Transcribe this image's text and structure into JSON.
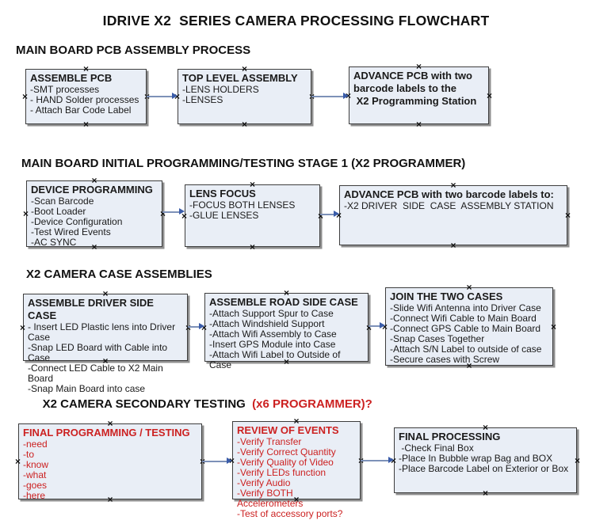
{
  "title": "IDRIVE X2  SERIES CAMERA PROCESSING FLOWCHART",
  "glyphs": {
    "handle": "×"
  },
  "colors": {
    "box_fill": "#e9eef6",
    "box_border": "#3d3d3d",
    "box_shadow": "#8f8f8f",
    "accent_red": "#cc2121",
    "arrow_line": "#7d91b8",
    "arrow_head": "#3a5ca9",
    "text": "#1a1a1a"
  },
  "sections": [
    {
      "heading": "MAIN BOARD PCB ASSEMBLY PROCESS",
      "boxes": [
        {
          "title": "ASSEMBLE PCB",
          "lines": [
            "-SMT processes",
            "- HAND Solder processes",
            "- Attach Bar Code Label"
          ]
        },
        {
          "title": "TOP LEVEL ASSEMBLY",
          "lines": [
            "-LENS HOLDERS",
            "-LENSES"
          ]
        },
        {
          "title": [
            "ADVANCE PCB with two",
            "barcode labels to the",
            " X2 Programming Station"
          ],
          "lines": []
        }
      ]
    },
    {
      "heading": "MAIN BOARD INITIAL PROGRAMMING/TESTING STAGE 1 (X2 PROGRAMMER)",
      "boxes": [
        {
          "title": "DEVICE PROGRAMMING",
          "lines": [
            "-Scan Barcode",
            "-Boot Loader",
            "-Device Configuration",
            "-Test Wired Events",
            "-AC SYNC"
          ]
        },
        {
          "title": "LENS FOCUS",
          "lines": [
            "-FOCUS BOTH LENSES",
            "-GLUE LENSES"
          ]
        },
        {
          "title": "ADVANCE PCB with two barcode labels to:",
          "lines": [
            "-X2 DRIVER  SIDE  CASE  ASSEMBLY STATION"
          ]
        }
      ]
    },
    {
      "heading": "X2 CAMERA CASE ASSEMBLIES",
      "boxes": [
        {
          "title": "ASSEMBLE DRIVER SIDE CASE",
          "lines": [
            "- Insert LED Plastic lens into Driver Case",
            "-Snap LED Board with Cable into Case",
            "-Connect LED Cable to X2 Main Board",
            "-Snap Main Board into case"
          ]
        },
        {
          "title": "ASSEMBLE ROAD SIDE CASE",
          "lines": [
            "-Attach Support Spur to Case",
            "-Attach Windshield Support",
            "-Attach Wifi Assembly to Case",
            "-Insert GPS Module into Case",
            "-Attach Wifi Label to Outside of Case"
          ]
        },
        {
          "title": "JOIN THE TWO CASES",
          "lines": [
            "-Slide Wifi Antenna into Driver Case",
            "-Connect Wifi Cable to Main Board",
            "-Connect GPS Cable to Main Board",
            "-Snap Cases Together",
            "-Attach S/N Label to outside of case",
            "-Secure cases with Screw"
          ]
        }
      ]
    },
    {
      "heading": "X2 CAMERA SECONDARY TESTING  ",
      "heading_red": "(x6 PROGRAMMER)?",
      "boxes": [
        {
          "title": "FINAL PROGRAMMING / TESTING",
          "lines": [
            "-need",
            "-to",
            "-know",
            "-what",
            "-goes",
            "-here"
          ]
        },
        {
          "title": "REVIEW OF EVENTS",
          "lines": [
            "-Verify Transfer",
            "-Verify Correct Quantity",
            "-Verify Quality of Video",
            "-Verify LEDs function",
            "-Verify Audio",
            "-Verify BOTH Accelerometers",
            "-Test of accessory ports?"
          ]
        },
        {
          "title": "FINAL PROCESSING",
          "lines": [
            " -Check Final Box",
            "-Place In Bubble wrap Bag and BOX",
            "-Place Barcode Label on Exterior or Box"
          ]
        }
      ]
    }
  ]
}
